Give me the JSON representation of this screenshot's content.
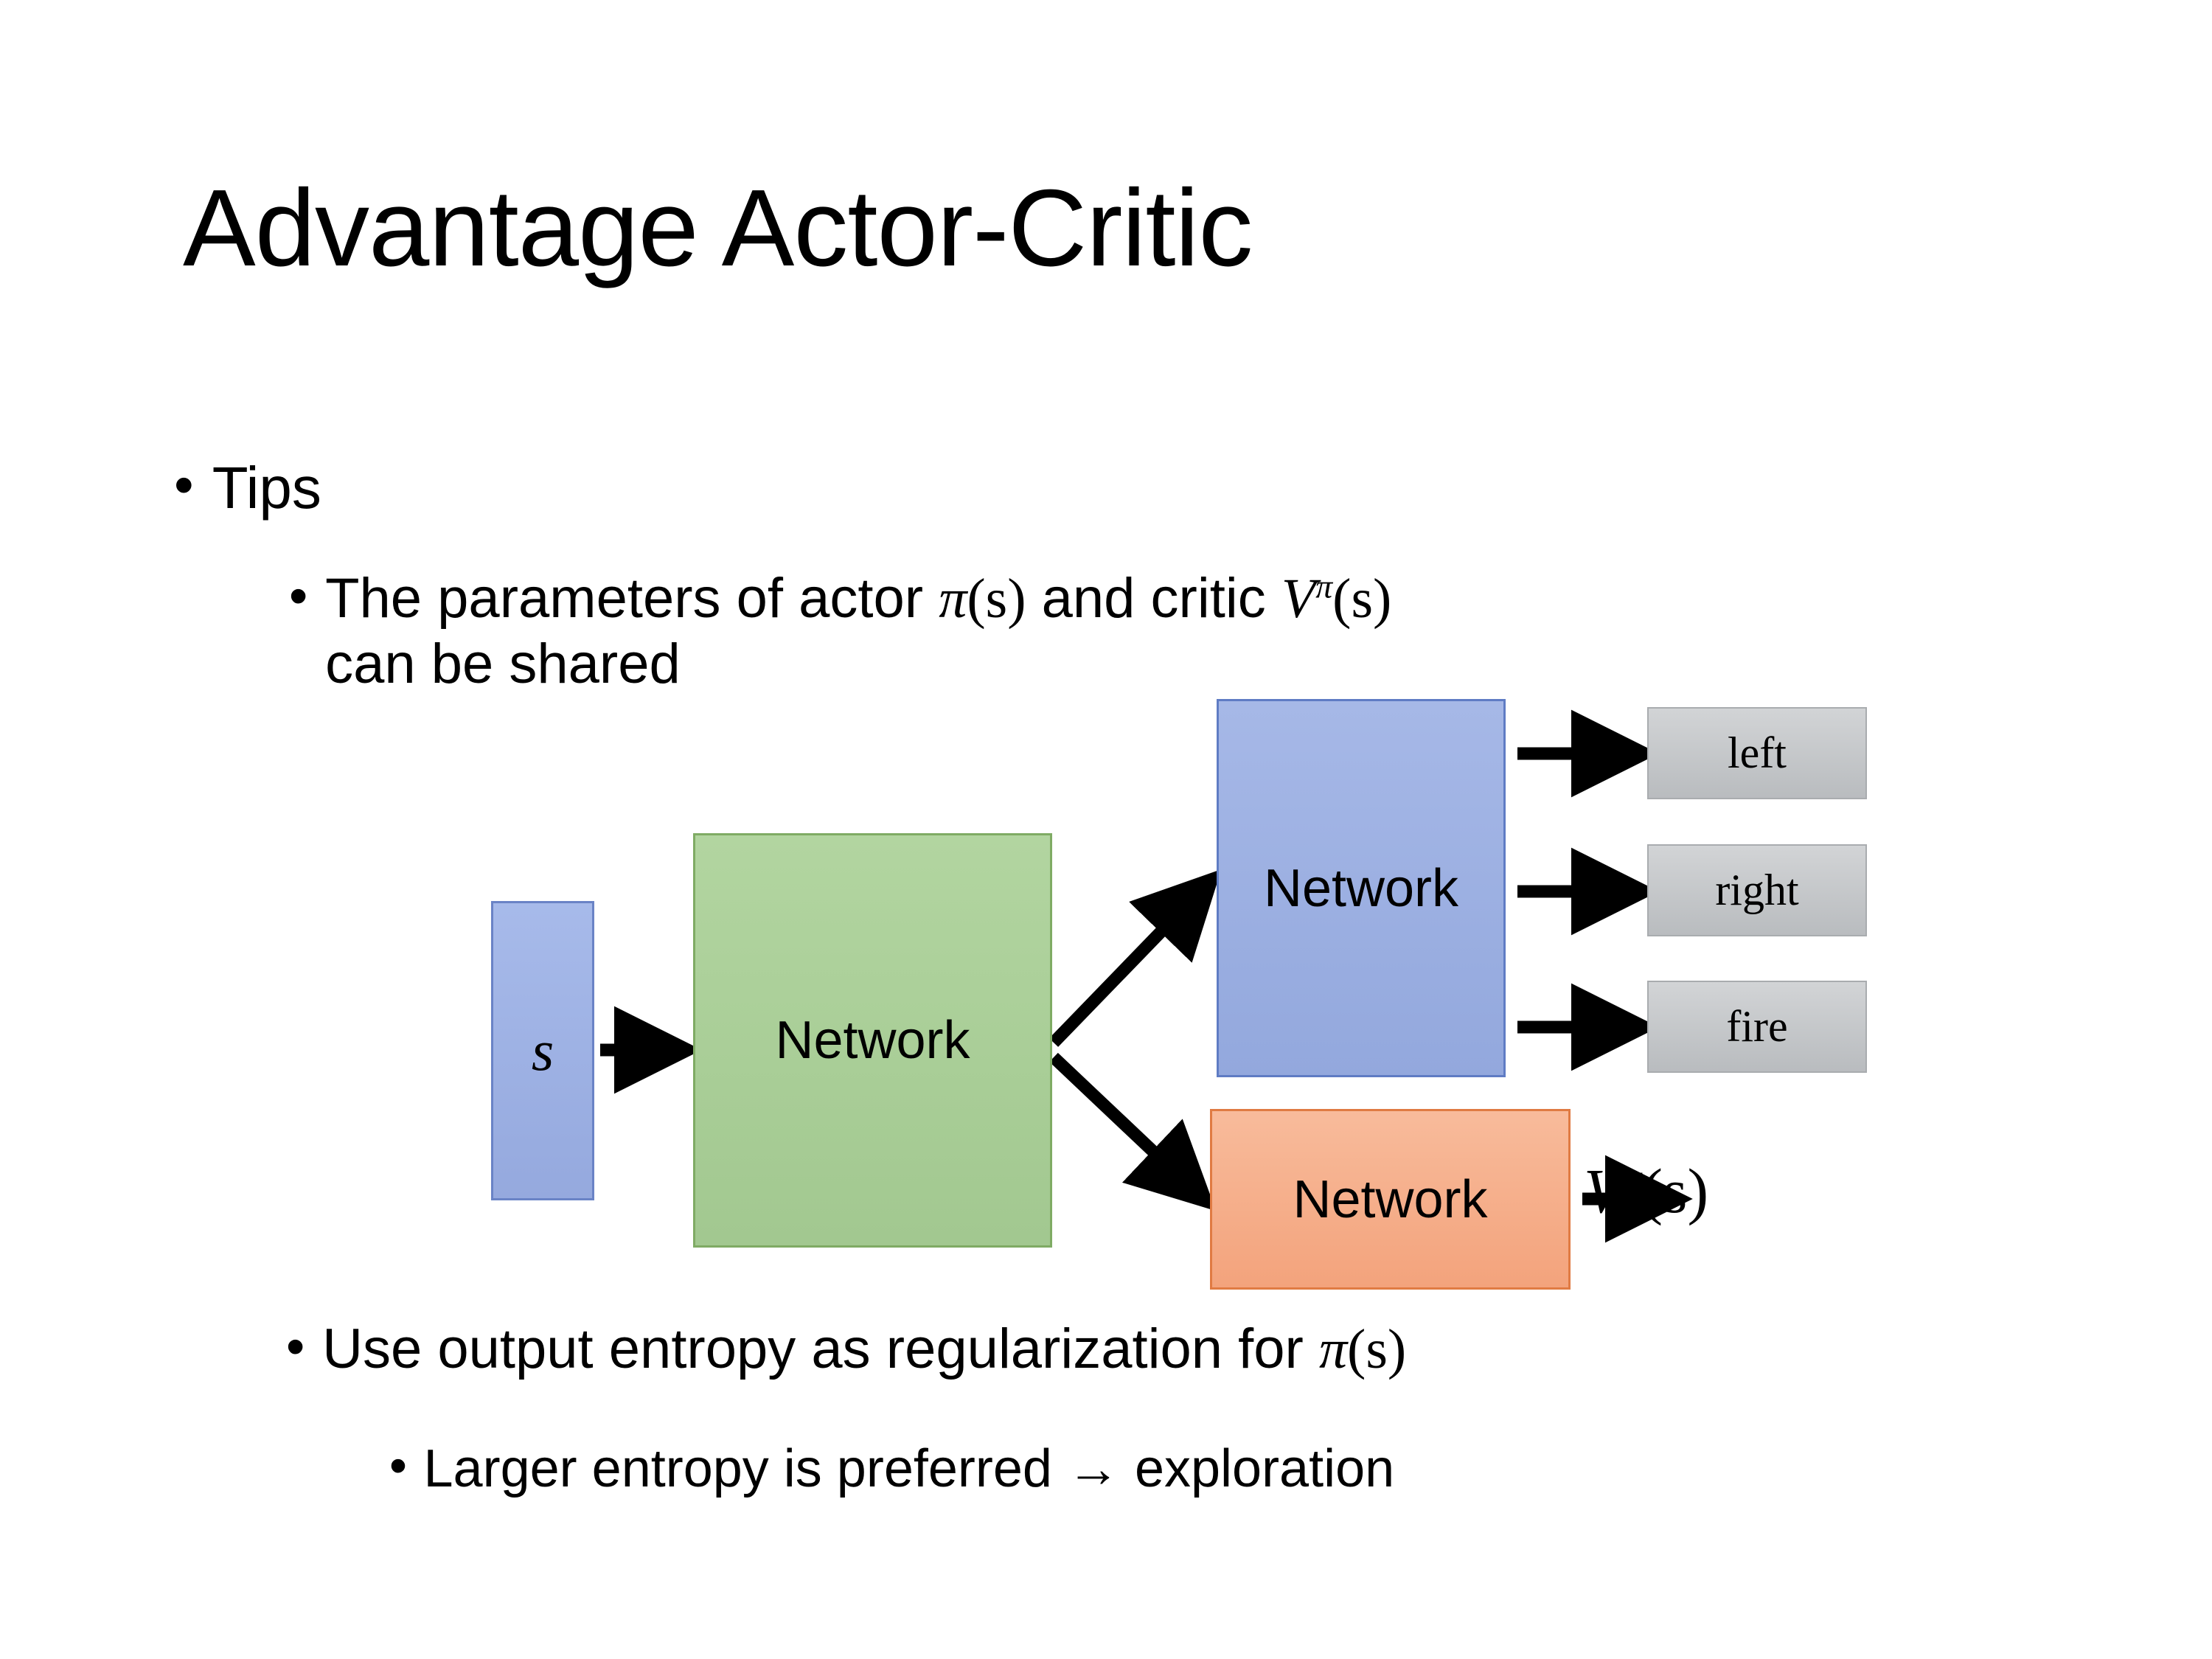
{
  "slide": {
    "title": "Advantage Actor-Critic",
    "background_color": "#ffffff",
    "text_color": "#000000"
  },
  "bullets": {
    "tips": {
      "marker": "•",
      "text": "Tips"
    },
    "shared_params": {
      "marker": "•",
      "line1_prefix": "The parameters of actor ",
      "math_actor_pi": "π",
      "math_actor_args": "(s)",
      "line1_middle": "  and critic ",
      "math_critic_V": "V",
      "math_critic_sup": "π",
      "math_critic_args": "(s)",
      "line2": "can be shared"
    },
    "entropy": {
      "marker": "•",
      "text_prefix": "Use output entropy as regularization for ",
      "math_pi": "π",
      "math_args": "(s)"
    },
    "larger_entropy": {
      "marker": "•",
      "text": "Larger entropy is preferred → exploration"
    }
  },
  "diagram": {
    "input_node": {
      "label": "s",
      "color": "#9cafe2",
      "border": "#6a83c6"
    },
    "shared_node": {
      "label": "Network",
      "color": "#aacf96",
      "border": "#7fab64"
    },
    "actor_node": {
      "label": "Network",
      "color": "#9bb0e0",
      "border": "#5f7cc4"
    },
    "critic_node": {
      "label": "Network",
      "color": "#f5af8c",
      "border": "#e07b43"
    },
    "action_outputs": [
      {
        "label": "left",
        "color": "#c4c7ca"
      },
      {
        "label": "right",
        "color": "#c4c7ca"
      },
      {
        "label": "fire",
        "color": "#c4c7ca"
      }
    ],
    "value_output": {
      "math_V": "V",
      "math_sup": "π",
      "math_args": "(s)"
    },
    "arrows": [
      {
        "name": "s-to-shared",
        "from": "input_node",
        "to": "shared_node"
      },
      {
        "name": "shared-to-actor",
        "from": "shared_node",
        "to": "actor_node"
      },
      {
        "name": "shared-to-critic",
        "from": "shared_node",
        "to": "critic_node"
      },
      {
        "name": "actor-to-left",
        "from": "actor_node",
        "to": "left"
      },
      {
        "name": "actor-to-right",
        "from": "actor_node",
        "to": "right"
      },
      {
        "name": "actor-to-fire",
        "from": "actor_node",
        "to": "fire"
      },
      {
        "name": "critic-to-value",
        "from": "critic_node",
        "to": "value_output"
      }
    ]
  }
}
